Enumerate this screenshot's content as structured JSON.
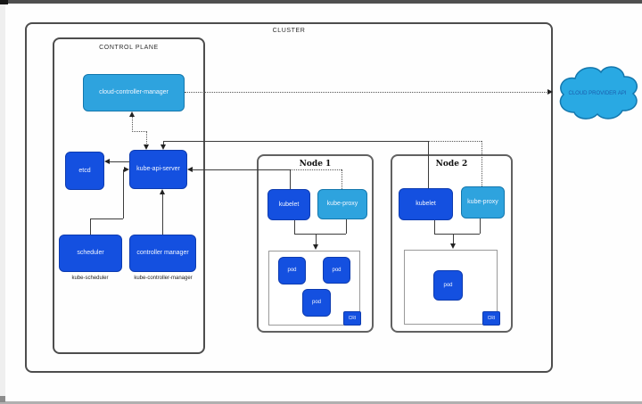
{
  "diagram": {
    "cluster_label": "CLUSTER",
    "control_plane": {
      "label": "CONTROL PLANE",
      "boxes": {
        "cloud_controller_manager": "cloud-controller-manager",
        "etcd": "etcd",
        "api_server": "kube-api-server",
        "scheduler": "scheduler",
        "controller_manager": "controller manager"
      },
      "captions": {
        "scheduler": "kube-scheduler",
        "controller_manager": "kube-controller-manager"
      }
    },
    "node1": {
      "title": "Node 1",
      "kubelet": "kubelet",
      "kube_proxy": "kube-proxy",
      "pods": [
        "pod",
        "pod",
        "pod"
      ],
      "cri": "CRI"
    },
    "node2": {
      "title": "Node 2",
      "kubelet": "kubelet",
      "kube_proxy": "kube-proxy",
      "pods": [
        "pod"
      ],
      "cri": "CRI"
    },
    "cloud": {
      "label": "CLOUD PROVIDER API"
    },
    "colors": {
      "dark_blue": "#1450e0",
      "light_blue": "#2ea3de",
      "cloud_blue": "#29a9e3",
      "frame_gray": "#4d4d4d"
    }
  }
}
